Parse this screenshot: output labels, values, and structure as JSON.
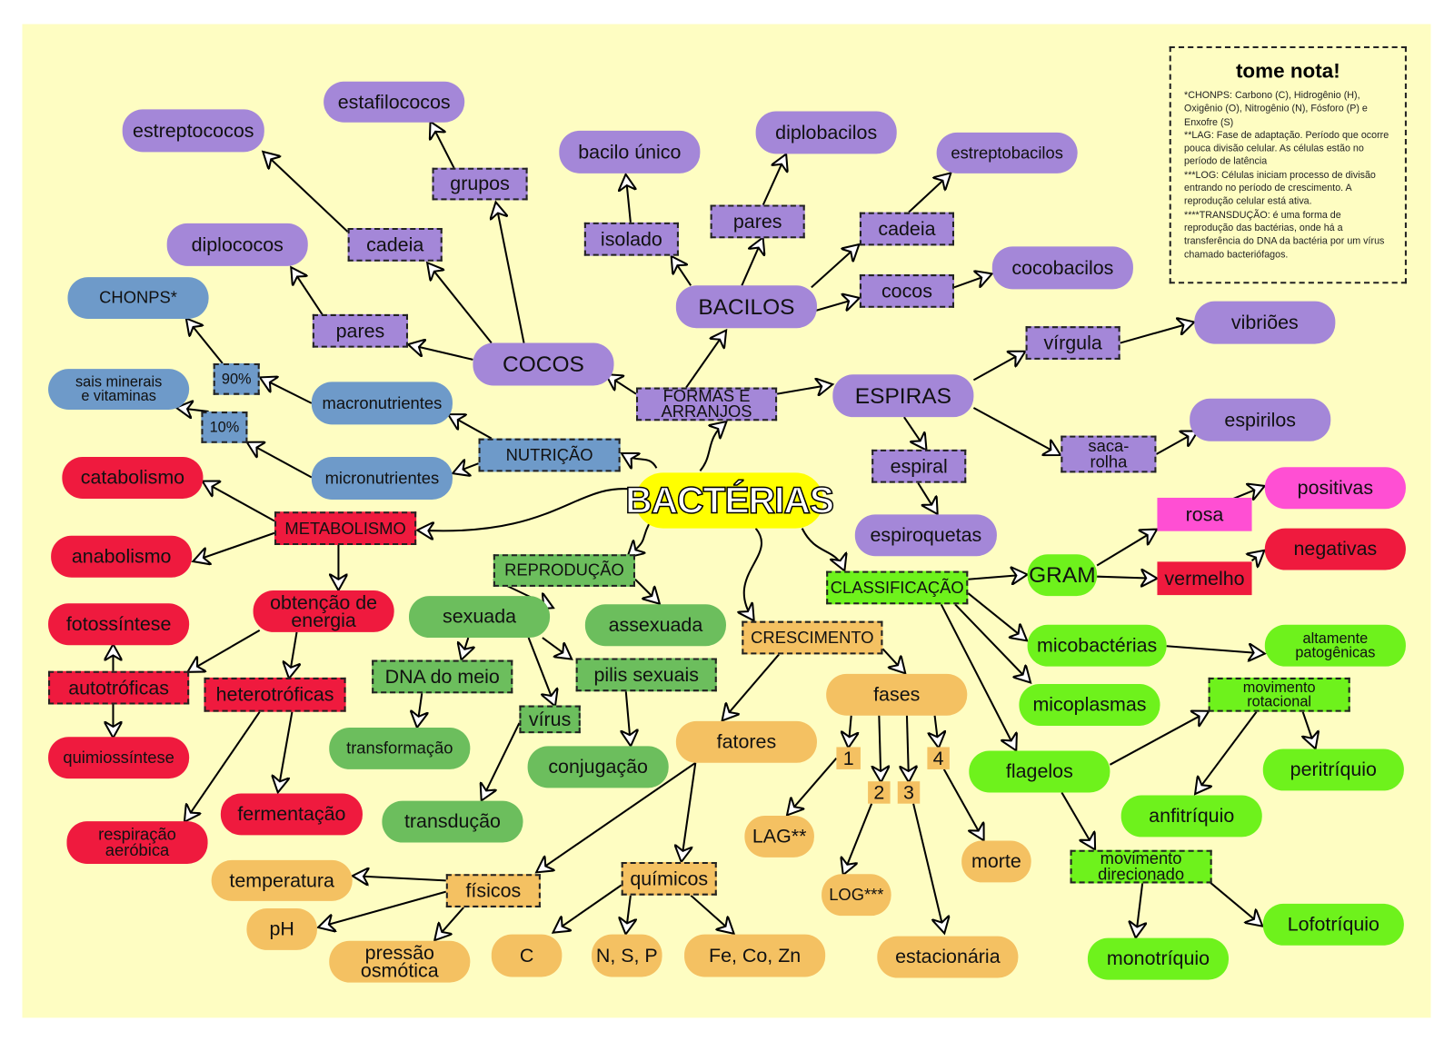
{
  "center": "BACTÉRIAS",
  "note": {
    "title": "tome nota!",
    "lines": [
      "*CHONPS: Carbono (C), Hidrogênio (H), Oxigênio (O), Nitrogênio (N), Fósforo (P) e Enxofre (S)",
      "**LAG: Fase de adaptação. Período que ocorre pouca divisão celular. As células estão no período de latência",
      "***LOG: Células iniciam processo de divisão entrando no período de crescimento. A reprodução celular está ativa.",
      "****TRANSDUÇÃO: é uma forma de reprodução das bactérias, onde há a transferência do DNA da bactéria por um vírus chamado bacteriófagos."
    ]
  },
  "formas": {
    "root": "FORMAS E ARRANJOS",
    "cocos": "COCOS",
    "cocos_grupos": "grupos",
    "estafilococos": "estafilococos",
    "cocos_cadeia": "cadeia",
    "estreptococos": "estreptococos",
    "cocos_pares": "pares",
    "diplococos": "diplococos",
    "bacilos": "BACILOS",
    "isolado": "isolado",
    "bacilo_unico": "bacilo único",
    "bacilos_pares": "pares",
    "diplobacilos": "diplobacilos",
    "bacilos_cadeia": "cadeia",
    "estreptobacilos": "estreptobacilos",
    "bacilos_cocos": "cocos",
    "cocobacilos": "cocobacilos",
    "espiras": "ESPIRAS",
    "virgula": "vírgula",
    "vibrioes": "vibriões",
    "saca_rolha": "saca-\nrolha",
    "espirilos": "espirilos",
    "espiral": "espiral",
    "espiroquetas": "espiroquetas"
  },
  "nutricao": {
    "root": "NUTRIÇÃO",
    "macro": "macronutrientes",
    "micro": "micronutrientes",
    "p90": "90%",
    "p10": "10%",
    "chonps": "CHONPS*",
    "sais": "sais minerais\ne vitaminas"
  },
  "metabolismo": {
    "root": "METABOLISMO",
    "catabolismo": "catabolismo",
    "anabolismo": "anabolismo",
    "obtencao": "obtenção de\nenergia",
    "autotroficas": "autotróficas",
    "heterotroficas": "heterotróficas",
    "fotossintese": "fotossíntese",
    "quimiossintese": "quimiossíntese",
    "respiracao": "respiração\naeróbica",
    "fermentacao": "fermentação"
  },
  "reproducao": {
    "root": "REPRODUÇÃO",
    "sexuada": "sexuada",
    "assexuada": "assexuada",
    "dna": "DNA do meio",
    "pilis": "pilis sexuais",
    "virus": "vírus",
    "transformacao": "transformação",
    "conjugacao": "conjugação",
    "transducao": "transdução"
  },
  "crescimento": {
    "root": "CRESCIMENTO",
    "fases": "fases",
    "fatores": "fatores",
    "f1": "1",
    "f2": "2",
    "f3": "3",
    "f4": "4",
    "lag": "LAG**",
    "log": "LOG***",
    "estacionaria": "estacionária",
    "morte": "morte",
    "fisicos": "físicos",
    "quimicos": "químicos",
    "temperatura": "temperatura",
    "ph": "pH",
    "pressao": "pressão\nosmótica",
    "c": "C",
    "nsp": "N, S, P",
    "fecozn": "Fe, Co, Zn"
  },
  "classificacao": {
    "root": "CLASSIFICAÇÃO",
    "gram": "GRAM",
    "rosa": "rosa",
    "vermelho": "vermelho",
    "positivas": "positivas",
    "negativas": "negativas",
    "micobacterias": "micobactérias",
    "patogenicas": "altamente\npatogênicas",
    "micoplasmas": "micoplasmas",
    "flagelos": "flagelos",
    "rotacional": "movimento\nrotacional",
    "direcionado": "movimento\ndirecionado",
    "peritriquio": "peritríquio",
    "anfitriquio": "anfitríquio",
    "lofotriquio": "Lofotríquio",
    "monotriquio": "monotríquio"
  },
  "colors": {
    "formas": "#a487d8",
    "nutricao": "#6e9ac9",
    "metabolismo": "#ef1a3e",
    "reproducao": "#6cbe5d",
    "classificacao": "#6ef21c",
    "crescimento": "#f4c162",
    "center": "#ffff00",
    "background": "#fefdc2"
  }
}
